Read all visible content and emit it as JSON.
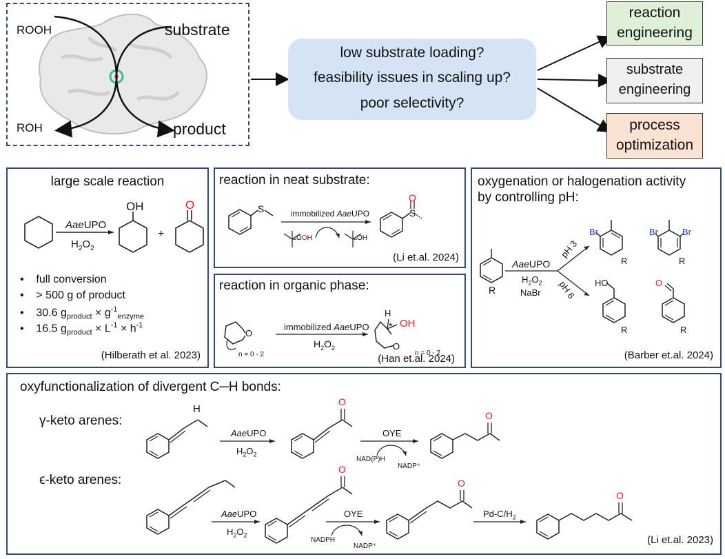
{
  "top": {
    "enzyme_labels": {
      "rooh": "ROOH",
      "substrate": "substrate",
      "roh": "ROH",
      "product": "product"
    },
    "questions": [
      "low substrate loading?",
      "feasibility issues in scaling up?",
      "poor selectivity?"
    ],
    "strategies": [
      {
        "line1": "reaction",
        "line2": "engineering",
        "color": "#dff0d8"
      },
      {
        "line1": "substrate",
        "line2": "engineering",
        "color": "#f0f0f0"
      },
      {
        "line1": "process",
        "line2": "optimization",
        "color": "#fbe3d4"
      }
    ]
  },
  "large_scale": {
    "title": "large scale reaction",
    "enzyme": "AaeUPO",
    "oxidant": "H2O2",
    "plus": "+",
    "atom_oh": "OH",
    "atom_o": "O",
    "bullets": [
      "full conversion",
      "> 500 g of product"
    ],
    "metric1": {
      "v": "30.6 g",
      "s1": "product",
      "x": " × g",
      "sup": "-1",
      "s2": "enzyme"
    },
    "metric2": {
      "v": "16.5 g",
      "s1": "product",
      "x1": " × L",
      "sup1": "-1",
      "x2": " × h",
      "sup2": "-1"
    },
    "ref": "(Hilberath et al. 2023)"
  },
  "neat": {
    "title": "reaction in neat substrate:",
    "reagent": "immobilized AaeUPO",
    "atom_s": "S",
    "atom_o": "O",
    "peroxide": "OOH",
    "alcohol": "OH",
    "ref": "(Li et.al. 2024)"
  },
  "organic": {
    "title": "reaction in organic phase:",
    "reagent": "immobilized AaeUPO",
    "oxidant": "H2O2",
    "n_label": "n = 0 - 2",
    "atom_o": "O",
    "atom_h": "H",
    "atom_oh": "OH",
    "star": "*",
    "ref": "(Han et.al. 2024)"
  },
  "ph": {
    "title_line1": "oxygenation or halogenation activity",
    "title_line2": "by controlling pH:",
    "enzyme": "AaeUPO",
    "oxidant": "H2O2",
    "salt": "NaBr",
    "ph3": "pH 3",
    "ph6": "pH 6",
    "r": "R",
    "br": "Br",
    "ho": "HO",
    "o": "O",
    "ref": "(Barber et.al. 2024)"
  },
  "cH": {
    "title": "oxyfunctionalization of divergent C─H bonds:",
    "gamma_label": "γ-keto arenes:",
    "epsilon_label": "ϵ-keto arenes:",
    "enzyme": "AaeUPO",
    "oxidant": "H2O2",
    "oye": "OYE",
    "nadph1": "NAD(P)H",
    "nadp1": "NADP⁺",
    "nadph2": "NADPH",
    "nadp2": "NADP⁺",
    "pdc": "Pd-C/H2",
    "atom_h": "H",
    "atom_o": "O",
    "ref": "(Li et.al. 2023)"
  }
}
